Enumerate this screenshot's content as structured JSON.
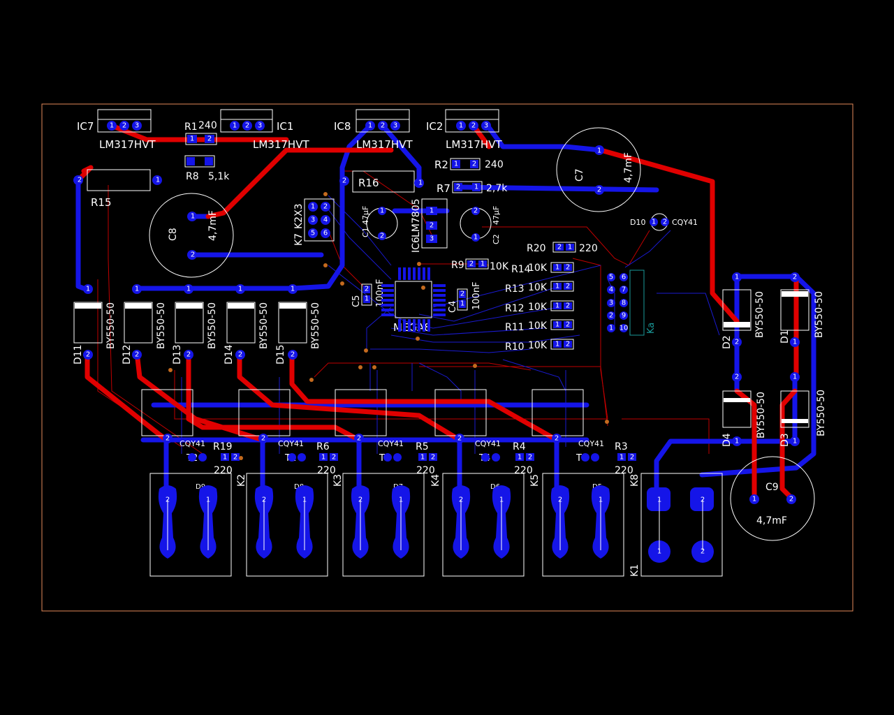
{
  "labels": {
    "ic7": "IC7",
    "ic1": "IC1",
    "ic8": "IC8",
    "ic2": "IC2",
    "lm317": "LM317HVT",
    "r1": "R1",
    "r1_val": "240",
    "r8": "R8",
    "r8_val": "5,1k",
    "r15": "R15",
    "r16": "R16",
    "r2": "R2",
    "r2_val": "240",
    "r7": "R7",
    "r7_val": "2,7k",
    "c7": "C7",
    "c7_val": "4,7mF",
    "c8": "C8",
    "c8_val": "4,7mF",
    "c9": "C9",
    "c9_val": "4,7mF",
    "k7": "K7",
    "k2x3": "K2X3",
    "c1": "C1",
    "c1_val": "47µF",
    "c2": "C2",
    "c2_val": "47µF",
    "ic6": "IC6",
    "lm7805": "LM7805",
    "d10": "D10",
    "cqy41": "CQY41",
    "r20": "R20",
    "r20_val": "220",
    "r9": "R9",
    "r9_val": "10K",
    "r14": "R14",
    "r13": "R13",
    "r12": "R12",
    "r11": "R11",
    "r10": "R10",
    "val_10k": "10K",
    "c5": "C5",
    "c4": "C4",
    "val_100nf": "100nF",
    "mega8": "MEGA8",
    "by550": "BY550-50",
    "d11": "D11",
    "d12": "D12",
    "d13": "D13",
    "d14": "D14",
    "d15": "D15",
    "d1": "D1",
    "d2": "D2",
    "d3": "D3",
    "d4": "D4",
    "r19": "R19",
    "r6": "R6",
    "r5": "R5",
    "r4": "R4",
    "r3": "R3",
    "val_220": "220",
    "t1": "T1",
    "t2": "T2",
    "t3": "T3",
    "t4": "T4",
    "t5": "T5",
    "d5": "D5",
    "d6": "D6",
    "d7": "D7",
    "d8": "D8",
    "d9": "D9",
    "k1": "K1",
    "k2": "K2",
    "k3": "K3",
    "k4": "K4",
    "k5": "K5",
    "k8": "K8",
    "ka": "Ka"
  },
  "colors": {
    "background": "#000000",
    "top_copper": "#e00000",
    "bottom_copper": "#1515e8",
    "board_outline": "#e58a5a",
    "silkscreen": "#ffffff",
    "drill": "#c46a1e",
    "connector_outline": "#1a9a9a"
  }
}
